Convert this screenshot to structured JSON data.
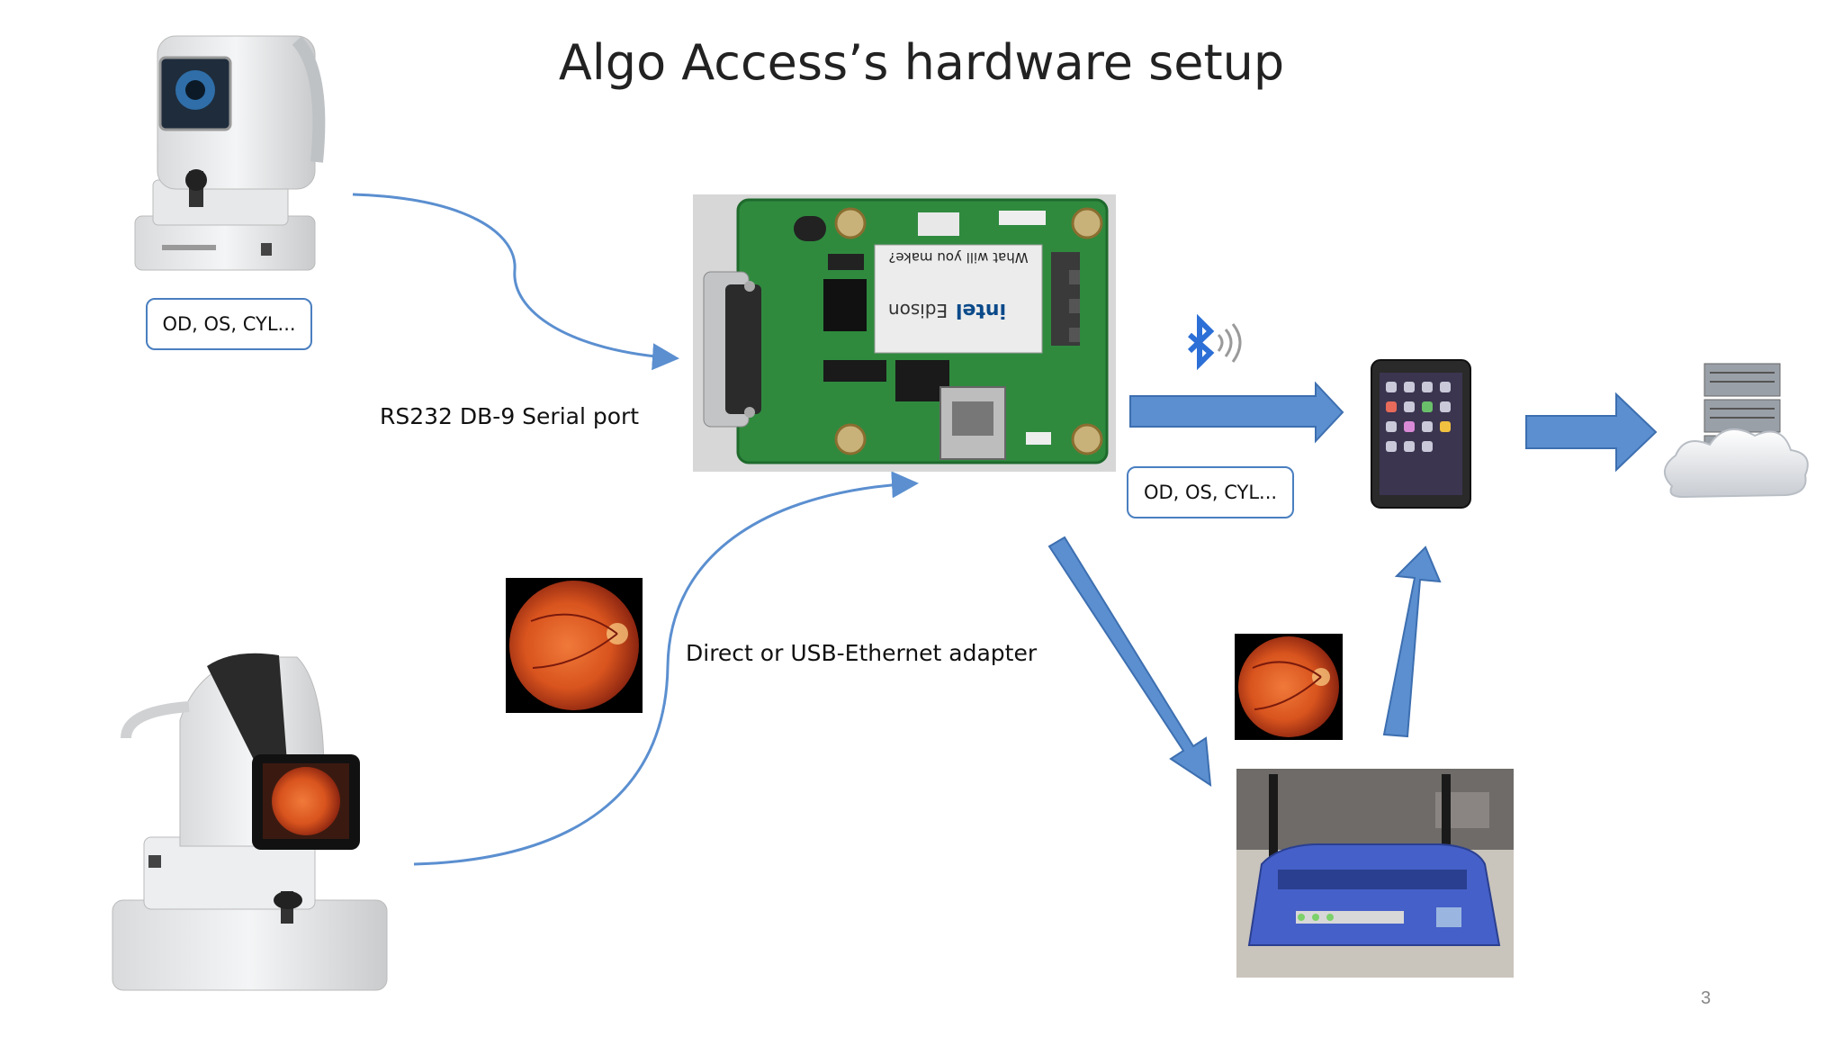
{
  "title": "Algo Access’s hardware setup",
  "labels": {
    "serial_port": "RS232 DB-9 Serial port",
    "ethernet": "Direct or USB-Ethernet adapter"
  },
  "notes": {
    "refractometer_output": "OD, OS, CYL...",
    "board_output": "OD, OS, CYL..."
  },
  "board": {
    "chip_brand": "intel",
    "chip_model": "Edison",
    "chip_slogan": "What will you make?"
  },
  "page_number": "3",
  "colors": {
    "arrow_fill": "#5b8fd0",
    "arrow_stroke": "#3d6fb0",
    "curve": "#5b8fd0",
    "pcb": "#2f8a3e",
    "router": "#4560c8",
    "fundus": "#d9541e"
  }
}
